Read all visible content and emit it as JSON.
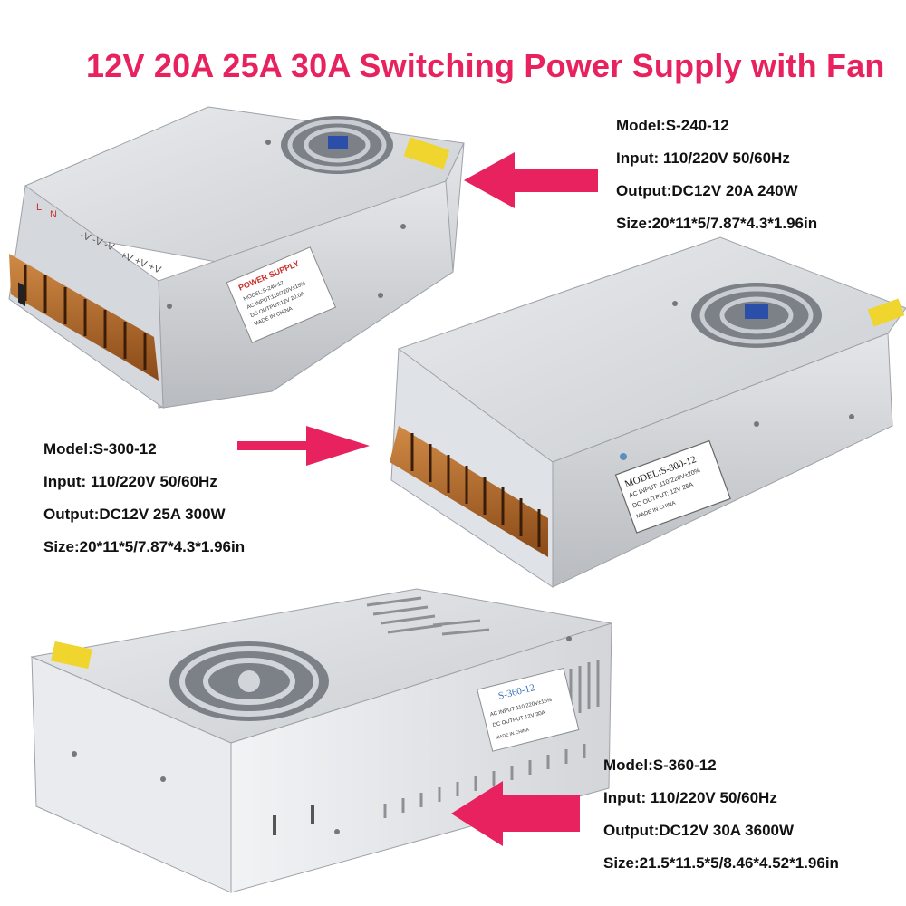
{
  "title": "12V 20A 25A 30A Switching Power Supply with Fan",
  "colors": {
    "accent": "#e8215f",
    "chassis": "#d7d9dc",
    "terminal": "#b56a2a"
  },
  "products": [
    {
      "model": "Model:S-240-12",
      "input": "Input: 110/220V  50/60Hz",
      "output": "Output:DC12V 20A 240W",
      "size": "Size:20*11*5/7.87*4.3*1.96in",
      "label": {
        "heading": "POWER SUPPLY",
        "model_line": "MODEL:S-240-12",
        "ac_input": "AC INPUT:110/220V±15%",
        "dc_output": "DC OUTPUT:12V 20.0A",
        "origin": "MADE IN CHINA"
      },
      "terminal_marks": [
        "L",
        "N",
        "-V -V -V",
        "+V +V +V"
      ]
    },
    {
      "model": "Model:S-300-12",
      "input": "Input: 110/220V  50/60Hz",
      "output": "Output:DC12V 25A 300W",
      "size": "Size:20*11*5/7.87*4.3*1.96in",
      "label": {
        "heading": "MODEL:S-300-12",
        "ac_input": "AC INPUT: 110/220V±20%",
        "dc_output": "DC OUTPUT:  12V  25A",
        "origin": "MADE IN CHINA"
      }
    },
    {
      "model": "Model:S-360-12",
      "input": "Input: 110/220V  50/60Hz",
      "output": "Output:DC12V 30A 3600W",
      "size": "Size:21.5*11.5*5/8.46*4.52*1.96in",
      "label": {
        "heading": "S-360-12",
        "ac_input": "AC INPUT 110/220V±15%",
        "dc_output": "DC OUTPUT  12V  30A",
        "origin": "MADE IN CHINA"
      }
    }
  ]
}
